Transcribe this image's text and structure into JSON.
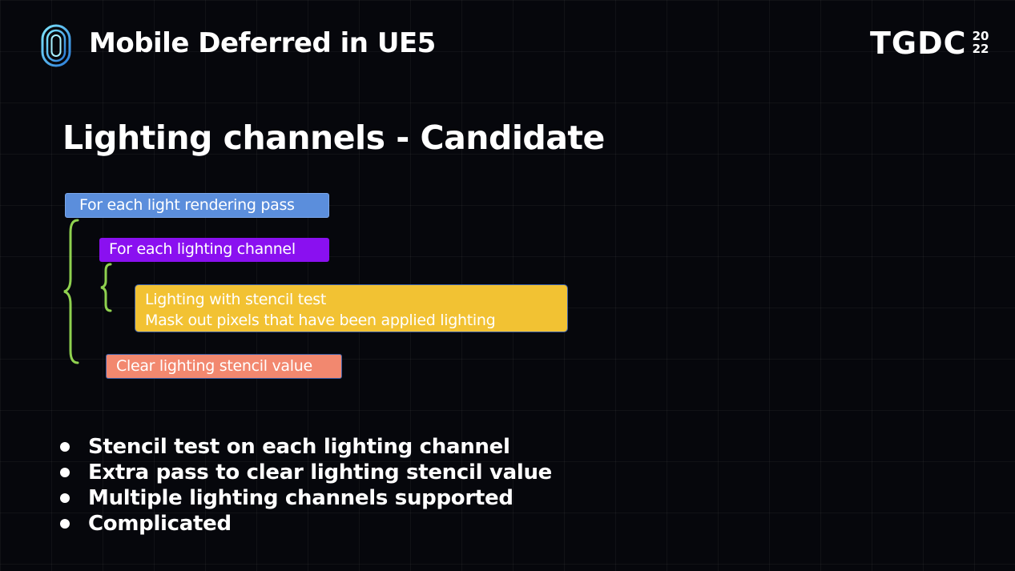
{
  "header": {
    "title": "Mobile Deferred in UE5",
    "logo_icon": "ring-logo-icon",
    "brand": {
      "name": "TGDC",
      "year_top": "20",
      "year_bottom": "22"
    }
  },
  "slide": {
    "title": "Lighting channels - Candidate"
  },
  "diagram": {
    "outer_loop": "For each light rendering pass",
    "inner_loop": "For each lighting channel",
    "inner_body": {
      "line1": "Lighting with stencil test",
      "line2": "Mask out pixels that have been applied lighting"
    },
    "outer_tail": "Clear lighting stencil value"
  },
  "bullets": [
    "Stencil test on each lighting channel",
    "Extra pass to clear lighting stencil value",
    "Multiple lighting channels supported",
    "Complicated"
  ],
  "colors": {
    "background": "#06070c",
    "box_blue": "#5b8edc",
    "box_purple": "#8a10f0",
    "box_yellow": "#f2c233",
    "box_salmon": "#f2886f",
    "brace_green": "#8fd14f"
  }
}
